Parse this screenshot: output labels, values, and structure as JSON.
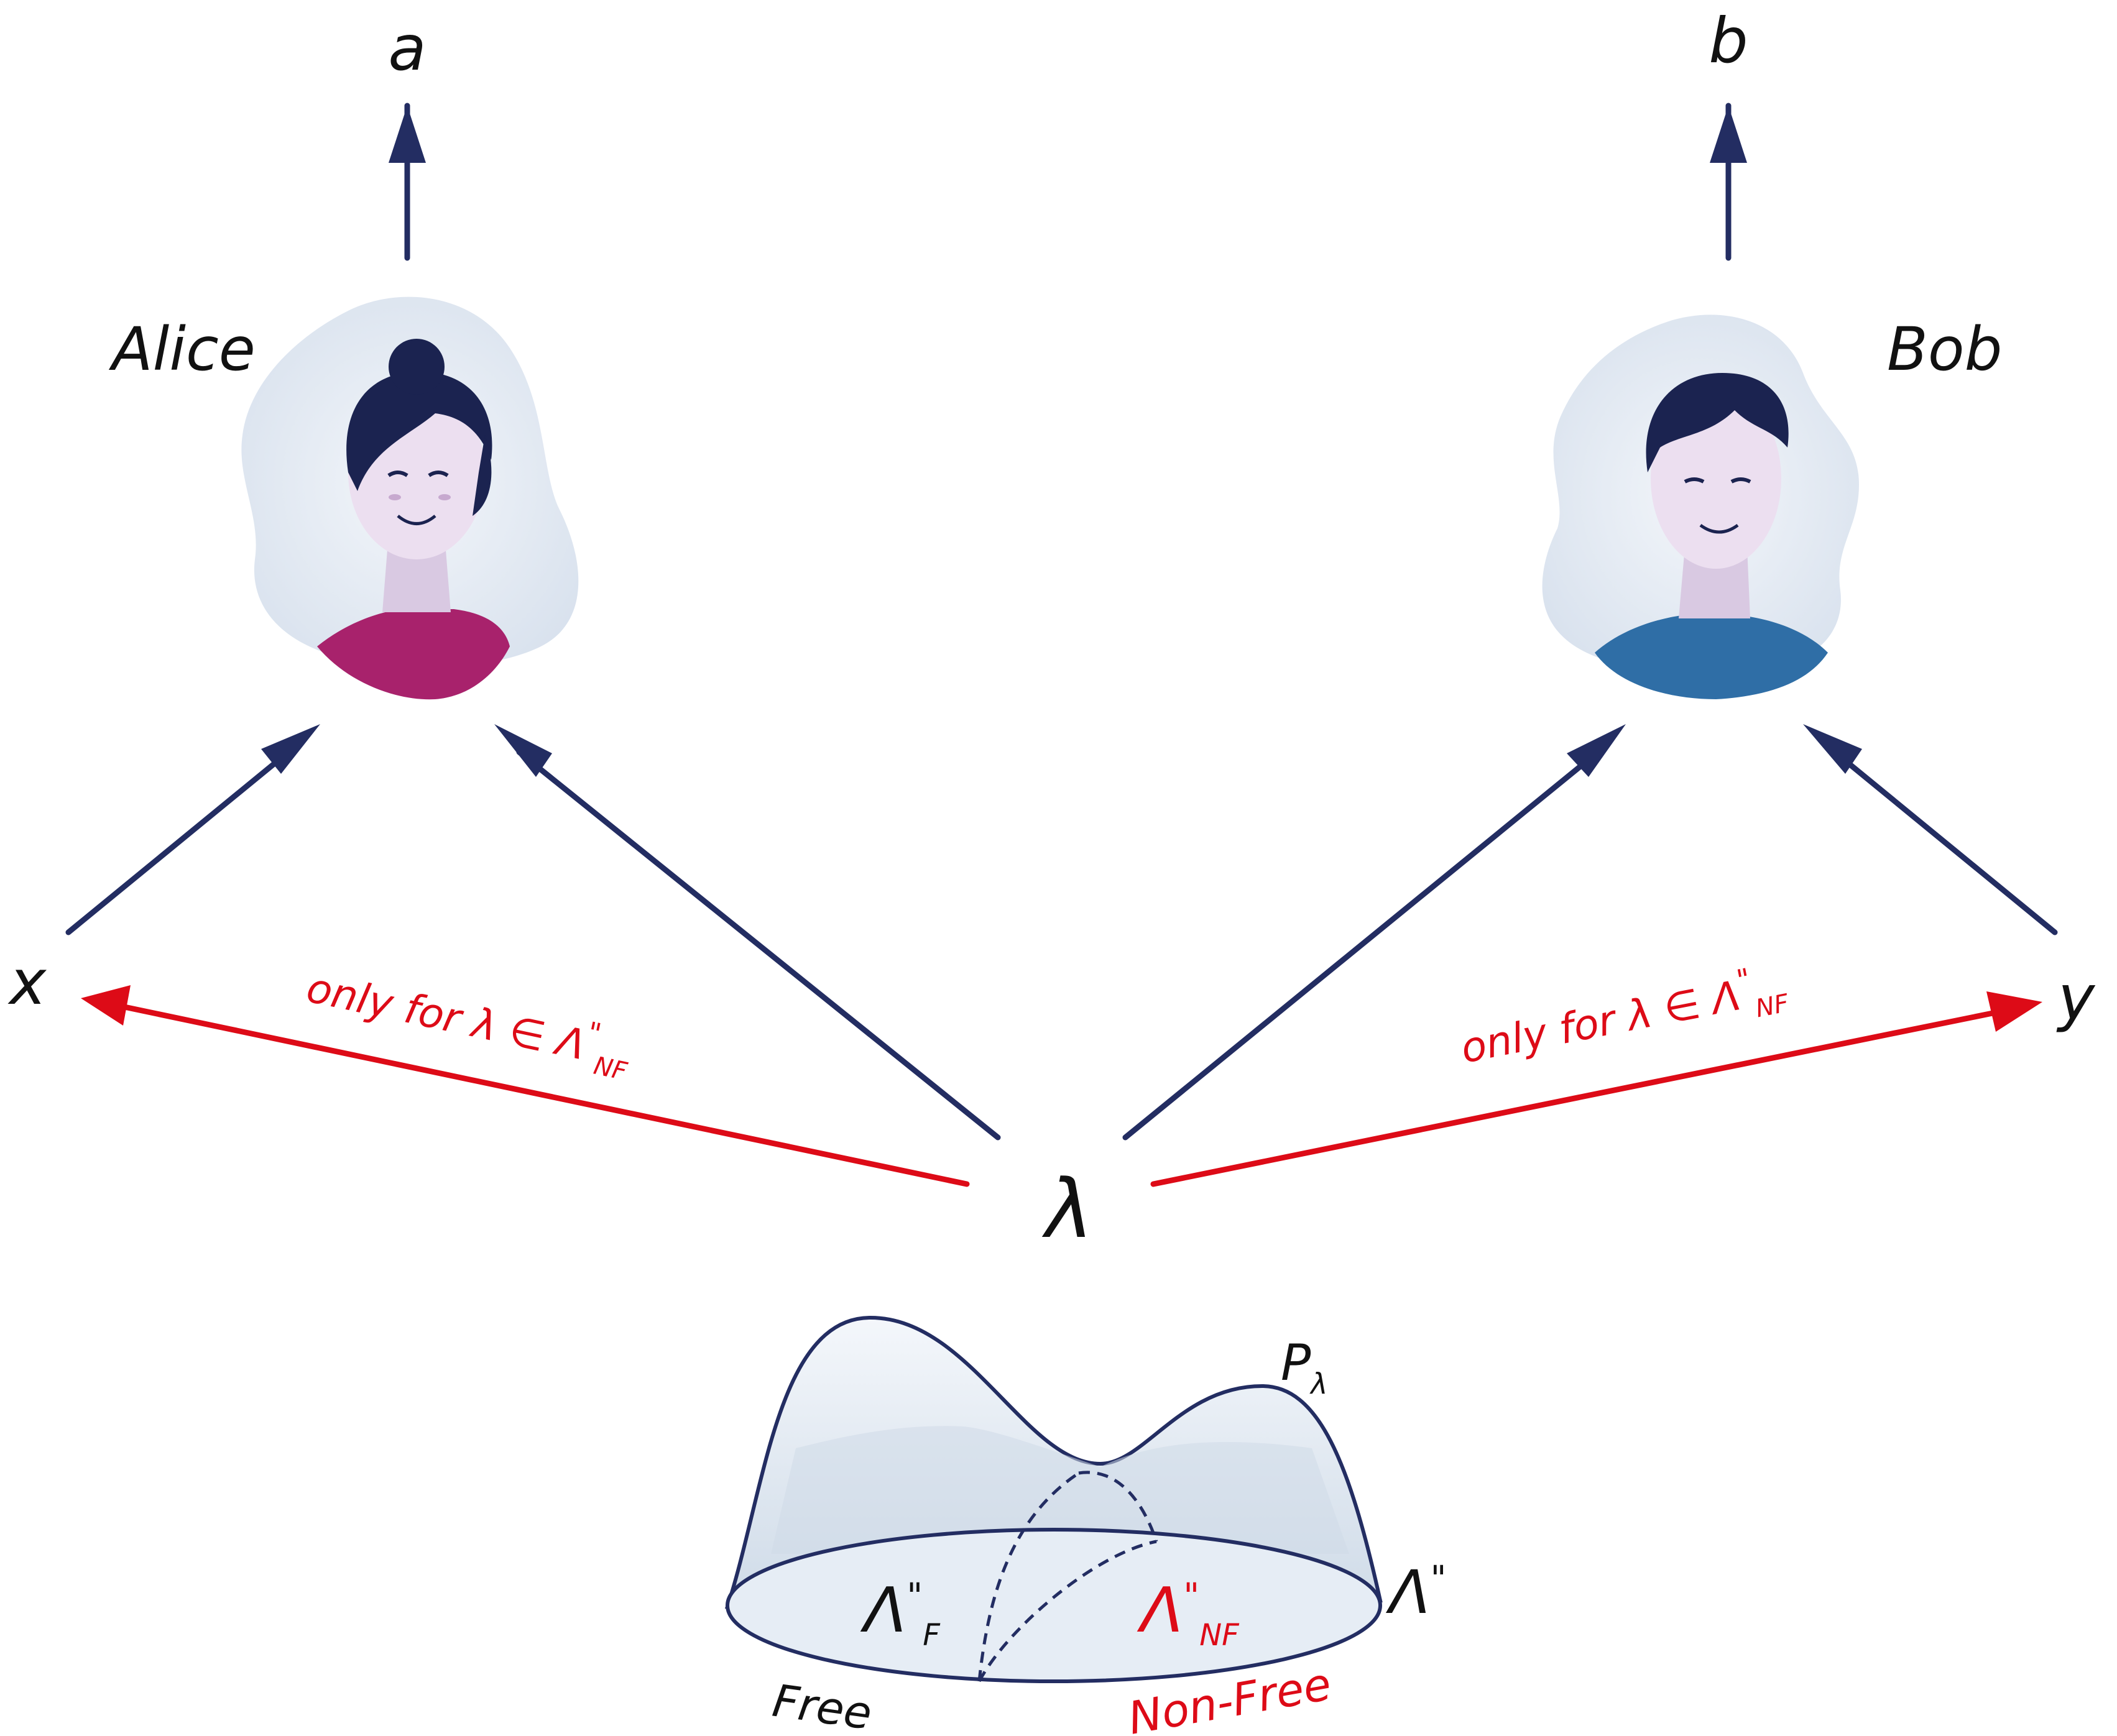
{
  "colors": {
    "arrow_navy": "#232d62",
    "arrow_red": "#dd0b17",
    "text": "#111111",
    "blob": "#dfe7f1",
    "cone_fill": "#d6e0ec",
    "alice_shirt": "#a8226c",
    "bob_shirt": "#2f6ea6",
    "hair": "#1b2350",
    "skin": "#ecdff0"
  },
  "labels": {
    "a": "a",
    "b": "b",
    "alice": "Alice",
    "bob": "Bob",
    "x": "x",
    "y": "y",
    "lambda": "λ",
    "red_left_prefix": "only for  λ ∈ Λ",
    "red_right_prefix": "only for  λ ∈ Λ",
    "prime": "\"",
    "nf_sub": "NF",
    "f_sub": "F",
    "lambda_cap": "Λ",
    "p": "P",
    "p_sub": "λ",
    "free": "Free",
    "non_free": "Non-Free"
  },
  "icons": {
    "alice": "woman-avatar-icon",
    "bob": "man-avatar-icon"
  }
}
